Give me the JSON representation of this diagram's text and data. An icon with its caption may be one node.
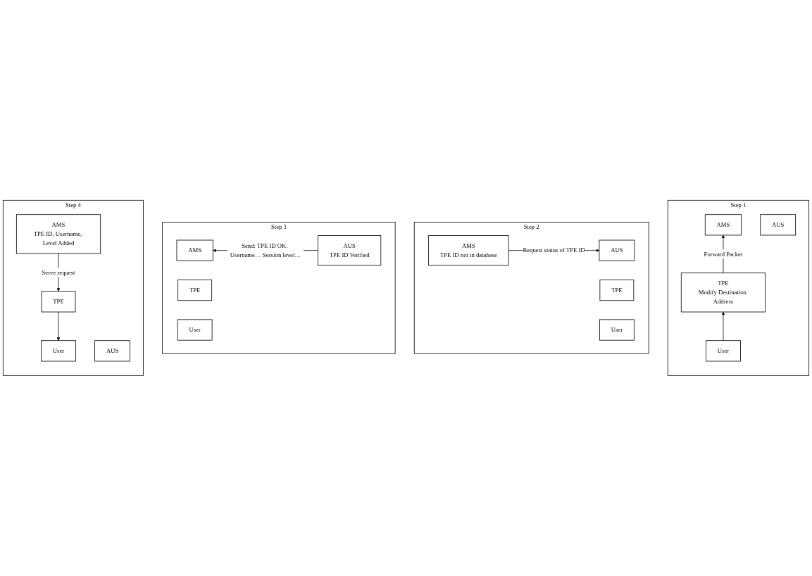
{
  "diagram": {
    "nodes": [
      {
        "text": [
          "Step 1"
        ]
      },
      {
        "text": [
          "AMS"
        ],
        "in": 0
      },
      {
        "text": [
          "AUS"
        ],
        "in": 0
      },
      {
        "text": [
          "TPE",
          "Modify Destination Address"
        ],
        "in": 0
      },
      {
        "text": [
          "User"
        ],
        "in": 0
      },
      {
        "text": [
          "Step 2"
        ]
      },
      {
        "text": [
          "AMS",
          "TPE ID not in database"
        ],
        "in": 5
      },
      {
        "text": [
          "AUS"
        ],
        "in": 5
      },
      {
        "text": [
          "TPE"
        ],
        "in": 5
      },
      {
        "text": [
          "User"
        ],
        "in": 5
      },
      {
        "text": [
          "Step 3"
        ]
      },
      {
        "text": [
          "AMS"
        ],
        "in": 10
      },
      {
        "text": [
          "AUS",
          "TPE ID Verified"
        ],
        "in": 10
      },
      {
        "text": [
          "TPE"
        ],
        "in": 10
      },
      {
        "text": [
          "User"
        ],
        "in": 10
      },
      {
        "text": [
          "Step 4"
        ]
      },
      {
        "text": [
          "AMS",
          "TPE ID, Username, Level Added"
        ],
        "in": 15
      },
      {
        "text": [
          "AUS"
        ],
        "in": 15
      },
      {
        "text": [
          "TPE"
        ],
        "in": 15
      },
      {
        "text": [
          "User"
        ],
        "in": 15
      }
    ],
    "edges": [
      {
        "from": 4,
        "to": 3,
        "arrow": "to"
      },
      {
        "from": 3,
        "to": 1,
        "arrow": "to",
        "label": "Forward Packet"
      },
      {
        "from": 6,
        "to": 7,
        "arrow": "to",
        "label": "Request status of TPE ID"
      },
      {
        "from": 12,
        "to": 11,
        "arrow": "to",
        "label": "Send: TPE ID OK. Username… Session level…"
      },
      {
        "from": 16,
        "to": 18,
        "arrow": "to",
        "label": "Serve request"
      },
      {
        "from": 18,
        "to": 19,
        "arrow": "to"
      }
    ]
  }
}
